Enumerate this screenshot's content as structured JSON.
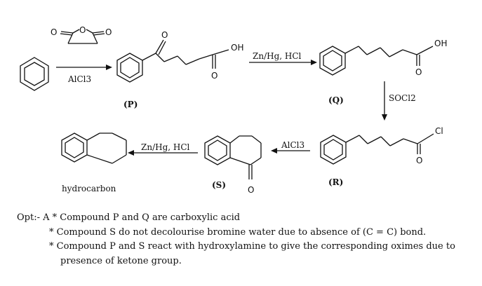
{
  "reagents": {
    "alcl3_step1": "AlCl3",
    "clemmensen_1": "Zn/Hg, HCl",
    "socl2": "SOCl2",
    "alcl3_step4": "AlCl3",
    "clemmensen_2": "Zn/Hg, HCl"
  },
  "compound_labels": {
    "p": "(P)",
    "q": "(Q)",
    "r": "(R)",
    "s": "(S)",
    "final": "hydrocarbon"
  },
  "atoms": {
    "o": "O",
    "oh": "OH",
    "cl": "Cl"
  },
  "options": {
    "prefix": "Opt:- A *",
    "bullet": "*",
    "line1": "Compound P and Q are carboxylic acid",
    "line2": "Compound S do not decolourise bromine water due to absence of (C = C) bond.",
    "line3a": "Compound P and S react with hydroxylamine to give the corresponding oximes due to",
    "line3b": "presence of ketone group."
  }
}
